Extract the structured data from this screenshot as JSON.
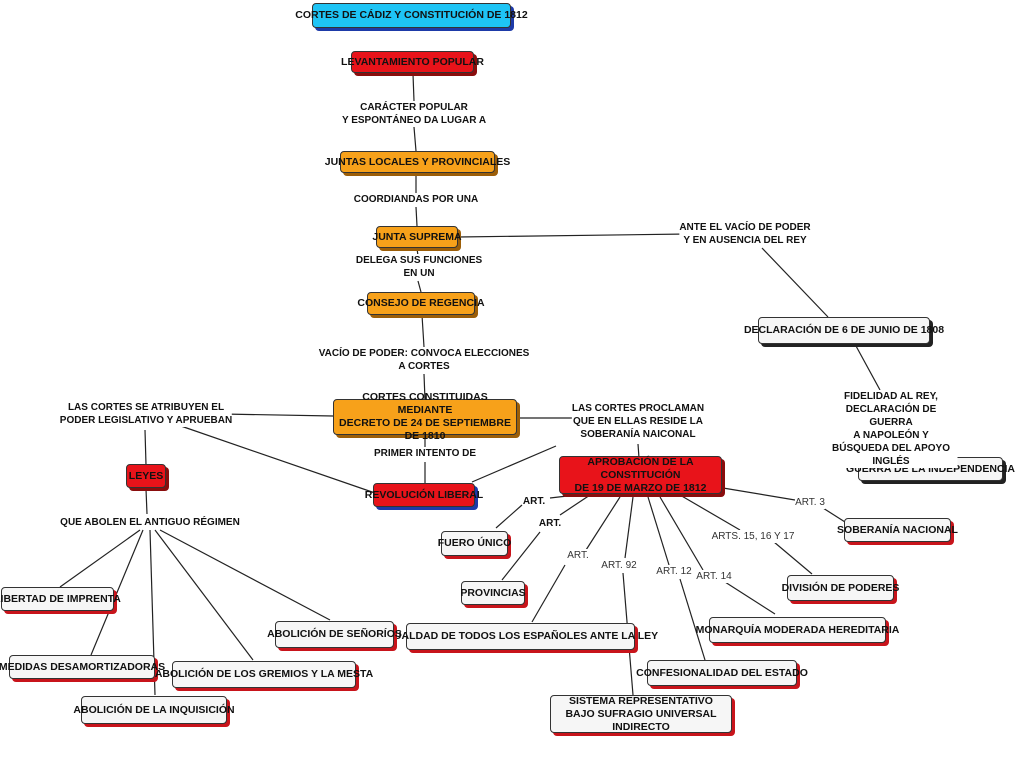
{
  "nodes": {
    "title": "CORTES DE CÁDIZ Y CONSTITUCIÓN DE 1812",
    "levantamiento": "LEVANTAMIENTO POPULAR",
    "juntas": "JUNTAS LOCALES Y PROVINCIALES",
    "junta_suprema": "JUNTA SUPREMA",
    "consejo": "CONSEJO DE REGENCIA",
    "cortes": "CORTES CONSTITUIDAS MEDIANTE\nDECRETO DE 24 DE SEPTIEMBRE DE 1810",
    "revolucion": "REVOLUCIÓN LIBERAL",
    "leyes": "LEYES",
    "declaracion": "DECLARACIÓN DE 6 DE JUNIO DE 1808",
    "guerra": "GUERRA DE LA INDEPENDENCIA",
    "aprobacion": "APROBACIÓN DE LA CONSTITUCIÓN\nDE 19 DE MARZO DE 1812",
    "soberania": "SOBERANÍA NACIONAL",
    "fuero": "FUERO ÚNICO",
    "division": "DIVISIÓN DE PODERES",
    "provincias": "PROVINCIAS",
    "monarquia": "MONARQUÍA MODERADA HEREDITARIA",
    "igualdad": "IGUALDAD DE TODOS LOS ESPAÑOLES ANTE LA LEY",
    "confesionalidad": "CONFESIONALIDAD DEL ESTADO",
    "sistema": "SISTEMA REPRESENTATIVO\nBAJO SUFRAGIO UNIVERSAL INDIRECTO",
    "libertad": "LIBERTAD DE IMPRENTA",
    "senorios": "ABOLICIÓN DE SEÑORÍOS",
    "desamortizadoras": "MEDIDAS DESAMORTIZADORAS",
    "gremios": "ABOLICIÓN DE LOS GREMIOS Y LA MESTA",
    "inquisicion": "ABOLICIÓN DE LA INQUISICIÓN"
  },
  "links": {
    "caracter": "CARÁCTER POPULAR\nY ESPONTÁNEO DA LUGAR A",
    "coordinadas": "COORDIANDAS POR UNA",
    "delega": "DELEGA SUS FUNCIONES\nEN UN",
    "vacio_poder": "VACÍO DE PODER: CONVOCA ELECCIONES\nA CORTES",
    "ante_vacio": "ANTE EL VACÍO DE PODER\nY EN AUSENCIA DEL REY",
    "fidelidad": "FIDELIDAD AL REY, DECLARACIÓN DE GUERRA\nA NAPOLEÓN Y BÚSQUEDA DEL APOYO INGLÉS",
    "se_atribuyen": "LAS CORTES SE ATRIBUYEN EL\nPODER LEGISLATIVO Y APRUEBAN",
    "proclaman": "LAS CORTES PROCLAMAN\nQUE EN ELLAS RESIDE LA\nSOBERANÍA NAICONAL",
    "primer_intento": "PRIMER INTENTO DE",
    "abolen": "QUE ABOLEN EL ANTIGUO RÉGIMEN",
    "art_a": "ART.",
    "art_b": "ART.",
    "art_c": "ART.",
    "art_92": "ART. 92",
    "art_12": "ART. 12",
    "art_14": "ART. 14",
    "art_15": "ARTS. 15, 16 Y 17",
    "art_3": "ART. 3"
  }
}
